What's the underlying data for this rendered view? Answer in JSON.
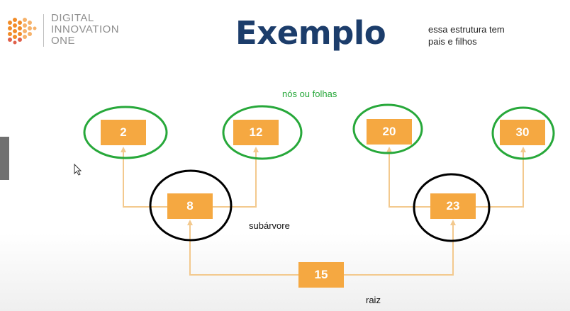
{
  "header": {
    "logo_lines": [
      "DIGITAL",
      "INNOVATION",
      "ONE"
    ],
    "title": "Exemplo",
    "note_lines": [
      "essa estrutura tem",
      "pais e filhos"
    ]
  },
  "labels": {
    "leaves": "nós ou folhas",
    "subtree": "subárvore",
    "root": "raiz"
  },
  "tree": {
    "root": "15",
    "subtrees": [
      {
        "value": "8",
        "children": [
          "2",
          "12"
        ]
      },
      {
        "value": "23",
        "children": [
          "20",
          "30"
        ]
      }
    ]
  },
  "colors": {
    "node_fill": "#f5a841",
    "connector": "#f3c98e",
    "leaf_highlight": "#27a83a",
    "subtree_highlight": "#000000",
    "title": "#1c3d6b"
  },
  "icons": [
    "dio-logo-icon",
    "mouse-cursor-icon"
  ]
}
